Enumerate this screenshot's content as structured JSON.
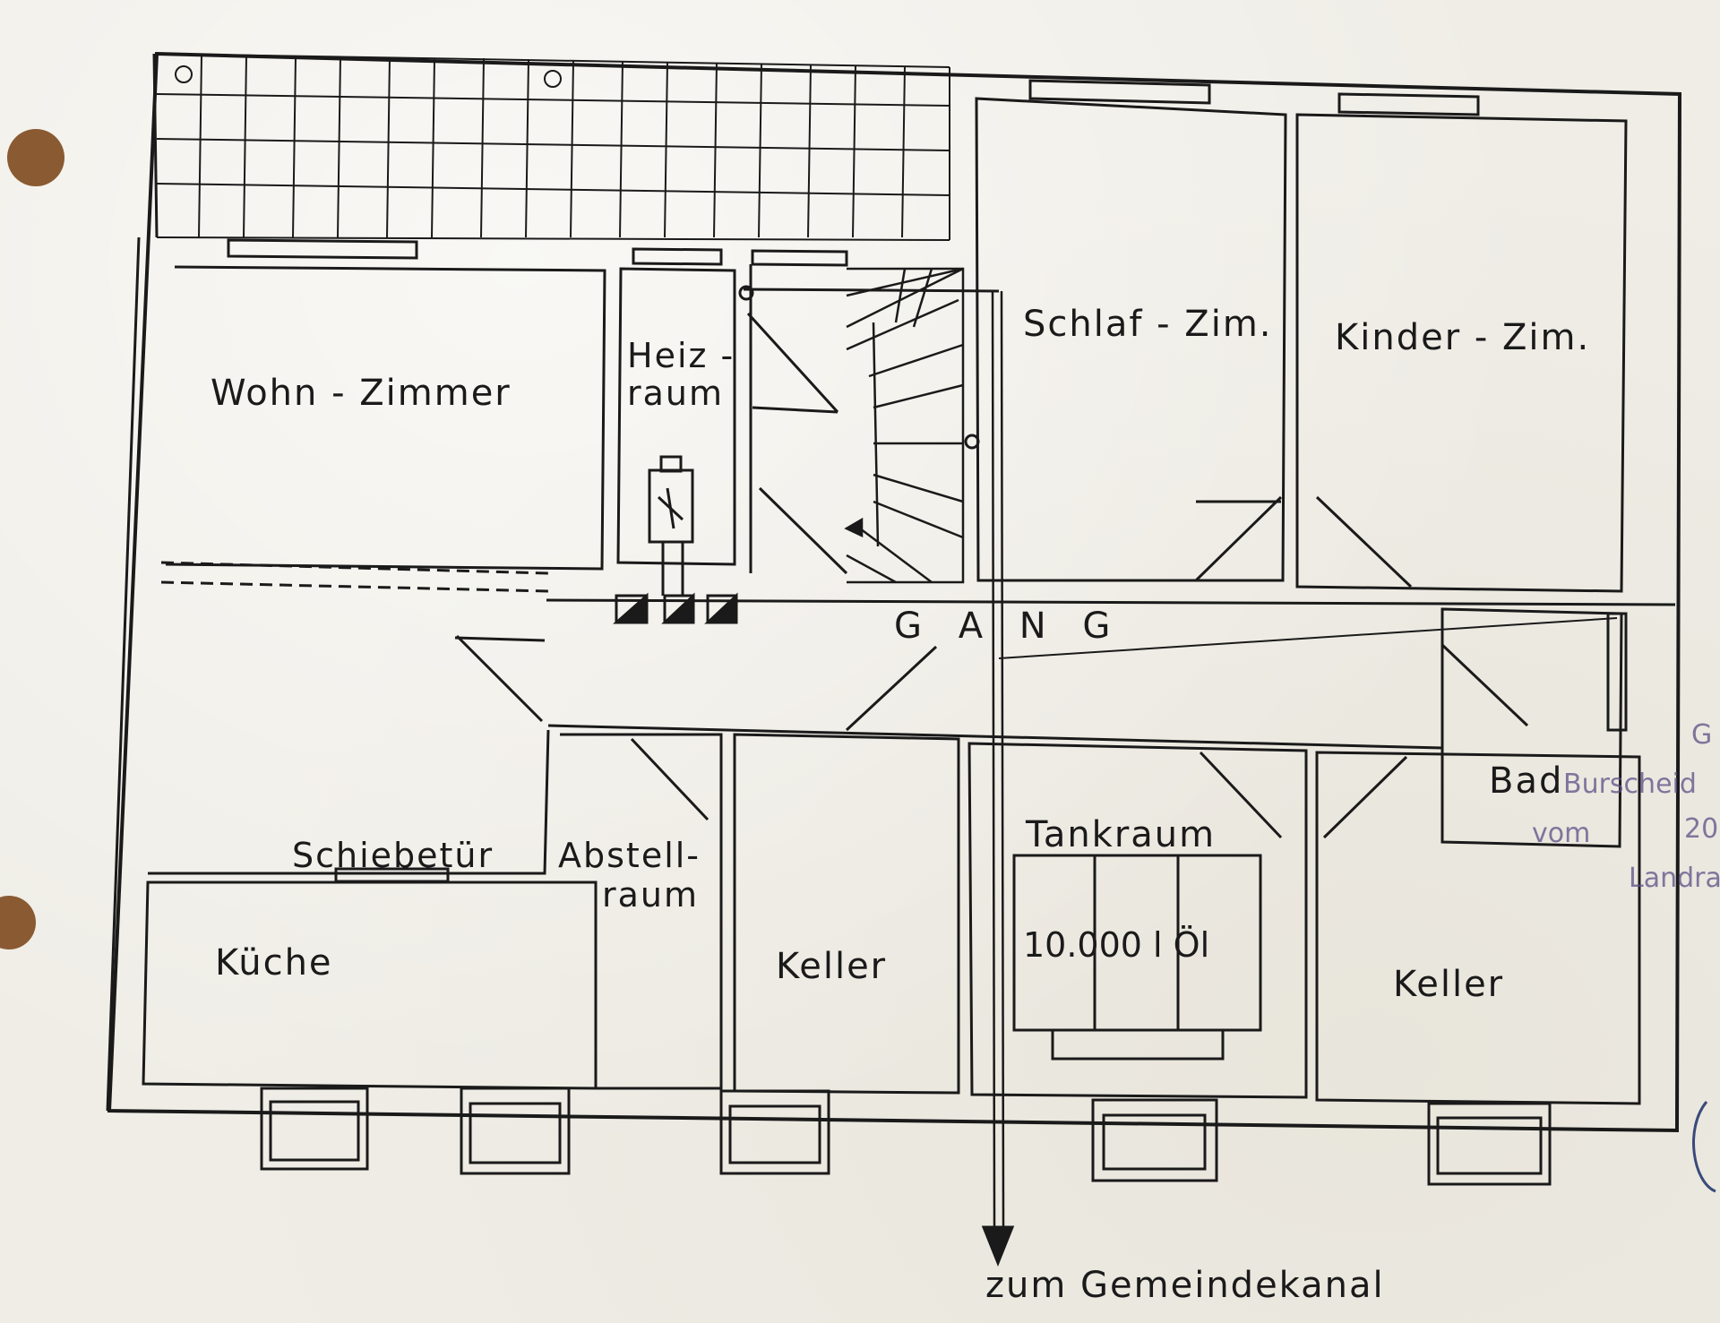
{
  "rooms": {
    "wohnzimmer": "Wohn - Zimmer",
    "heizraum_line1": "Heiz -",
    "heizraum_line2": "raum",
    "schlafzimmer": "Schlaf - Zim.",
    "kinderzimmer": "Kinder - Zim.",
    "gang": "G A N G",
    "schiebetuer": "Schiebetür",
    "abstellraum_line1": "Abstell-",
    "abstellraum_line2": "raum",
    "kueche": "Küche",
    "keller_left": "Keller",
    "tankraum": "Tankraum",
    "tank_capacity": "10.000  l  Öl",
    "keller_right": "Keller",
    "bad": "Bad"
  },
  "drain_label": "zum   Gemeindekanal",
  "stamp": {
    "line1": "G",
    "line2": "Burscheid",
    "line3": "vom",
    "line4": "20",
    "line5": "Landra"
  },
  "colors": {
    "ink": "#1a1a1a",
    "paper": "#efede6",
    "stamp": "#5a4f86",
    "punch_hole": "#8a5a32"
  }
}
